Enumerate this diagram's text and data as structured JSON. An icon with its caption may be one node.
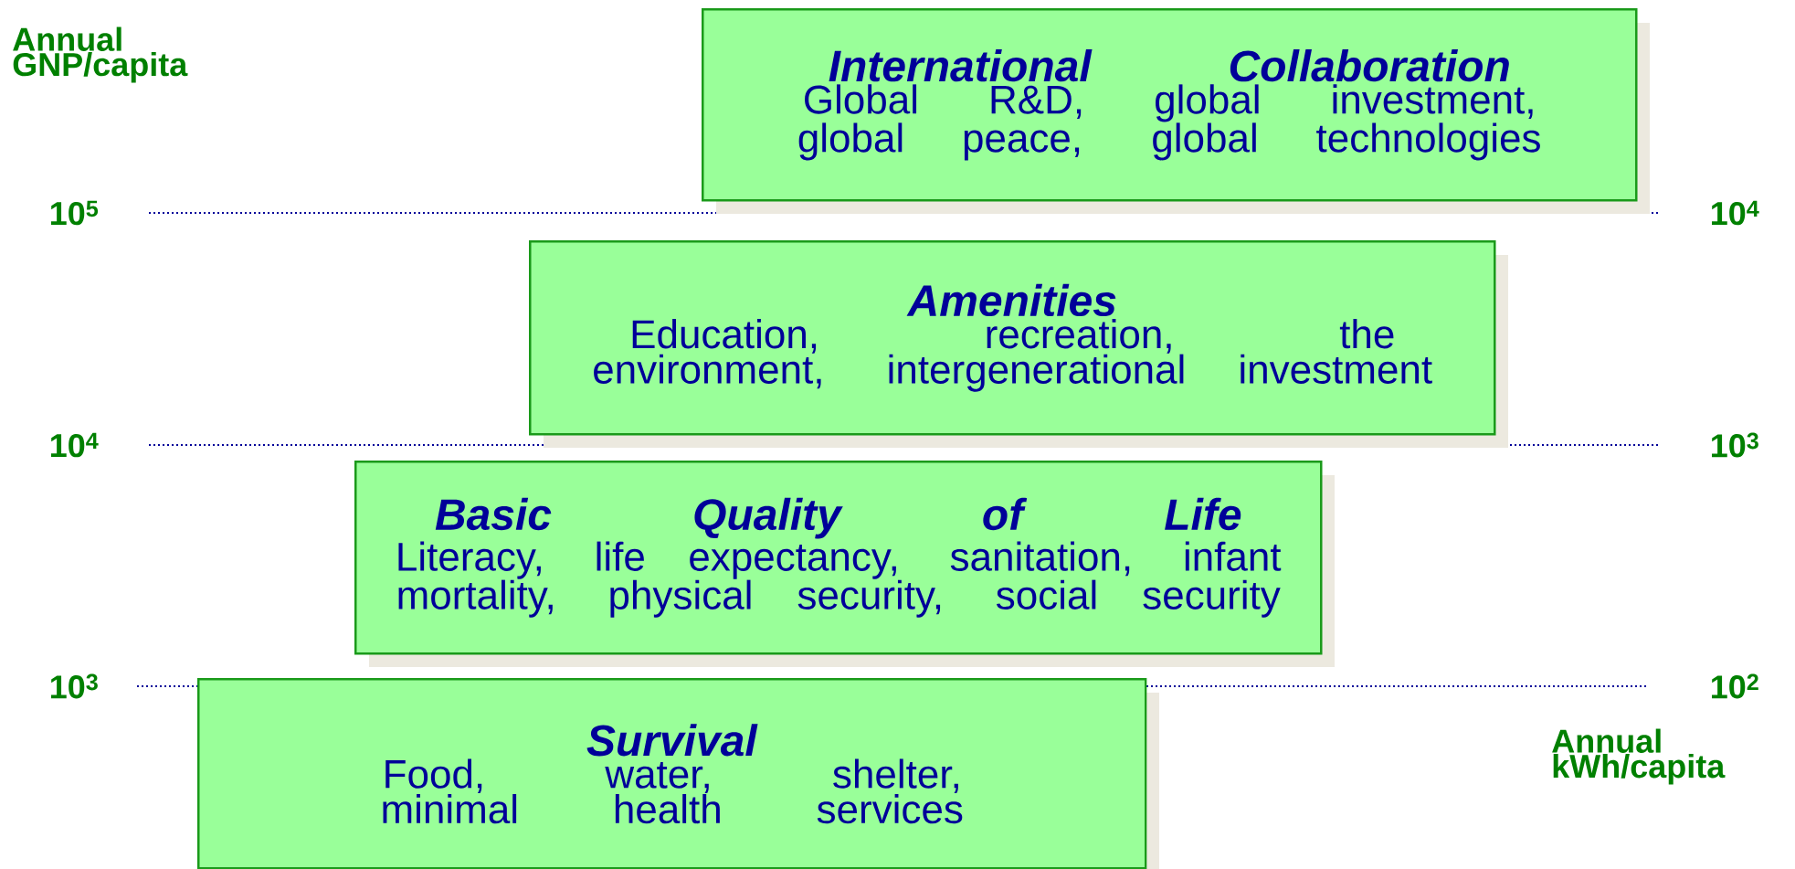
{
  "diagram": {
    "nodes": [
      {
        "text": [
          "*International Collaboration*",
          "Global R&D, global investment, global peace, global technologies"
        ]
      },
      {
        "text": [
          "*Amenities*",
          "Education, recreation, the environment, intergenerational investment"
        ]
      },
      {
        "text": [
          "*Basic Quality of Life*",
          "Literacy, life expectancy, sanitation, infant mortality, physical security, social security"
        ]
      },
      {
        "text": [
          "*Survival*",
          "Food, water, shelter, minimal health services"
        ]
      }
    ],
    "labels": [
      "Annual GNP/capita",
      "10$^{5}$",
      "10$^{4}$",
      "10$^{4}$",
      "10$^{3}$",
      "10$^{3}$",
      "10$^{2}$",
      "Annual kWh/capita"
    ]
  }
}
